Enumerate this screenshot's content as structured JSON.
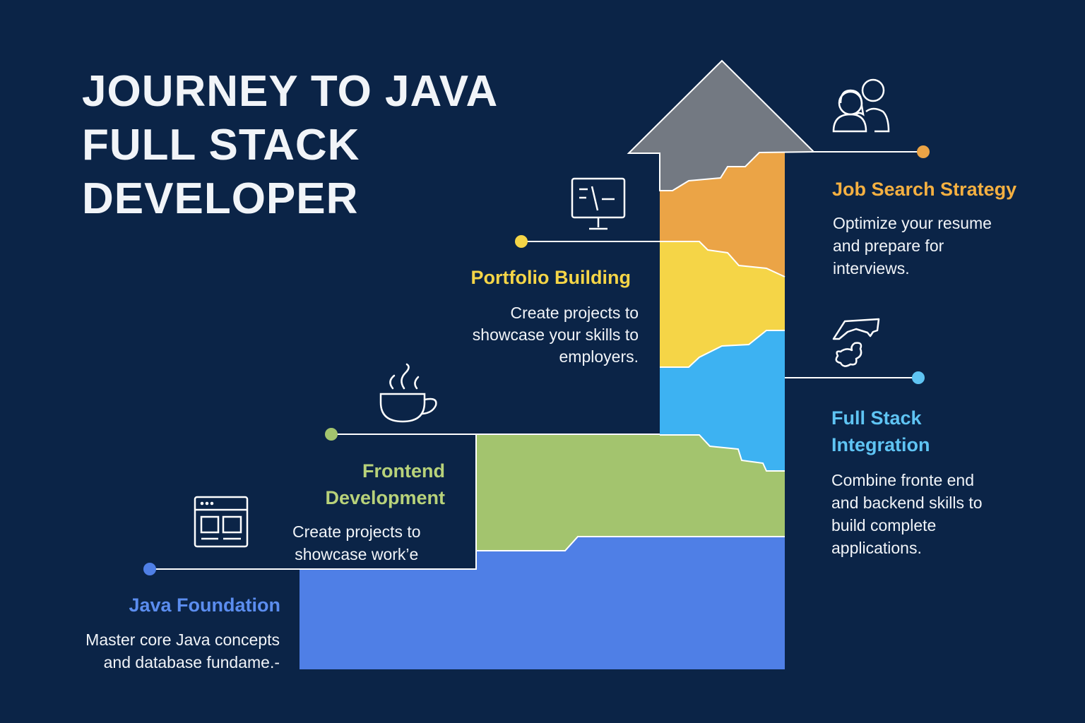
{
  "title": {
    "lines": [
      "JOURNEY TO JAVA",
      "FULL STACK",
      "DEVELOPER"
    ]
  },
  "colors": {
    "background": "#0b2447",
    "java_foundation": "#4f7fe6",
    "frontend": "#a3c46e",
    "full_stack": "#3db2f2",
    "portfolio": "#f5d547",
    "job_search": "#eba446",
    "arrow_head": "#737982"
  },
  "steps": [
    {
      "title": "Java Foundation",
      "description": [
        "Master core Java concepts",
        "and database fundame.-"
      ],
      "icon": "browser-window-icon",
      "color": "#5b8def"
    },
    {
      "title": [
        "Frontend",
        "Development"
      ],
      "description": [
        "Create projects to",
        "showcase work’e"
      ],
      "icon": "coffee-cup-icon",
      "color": "#b8d27a"
    },
    {
      "title": "Portfolio Building",
      "description": [
        "Create projects to",
        "showcase your skills to",
        "employers."
      ],
      "icon": "monitor-terminal-icon",
      "color": "#f5d547"
    },
    {
      "title": [
        "Full Stack",
        "Integration"
      ],
      "description": [
        "Combine fronte end",
        "and backend skills to",
        "build complete",
        "applications."
      ],
      "icon": "handshake-icon",
      "color": "#5fc4f3"
    },
    {
      "title": "Job Search Strategy",
      "description": [
        "Optimize your resume",
        "and prepare for",
        "interviews."
      ],
      "icon": "people-icon",
      "color": "#f5b041"
    }
  ]
}
